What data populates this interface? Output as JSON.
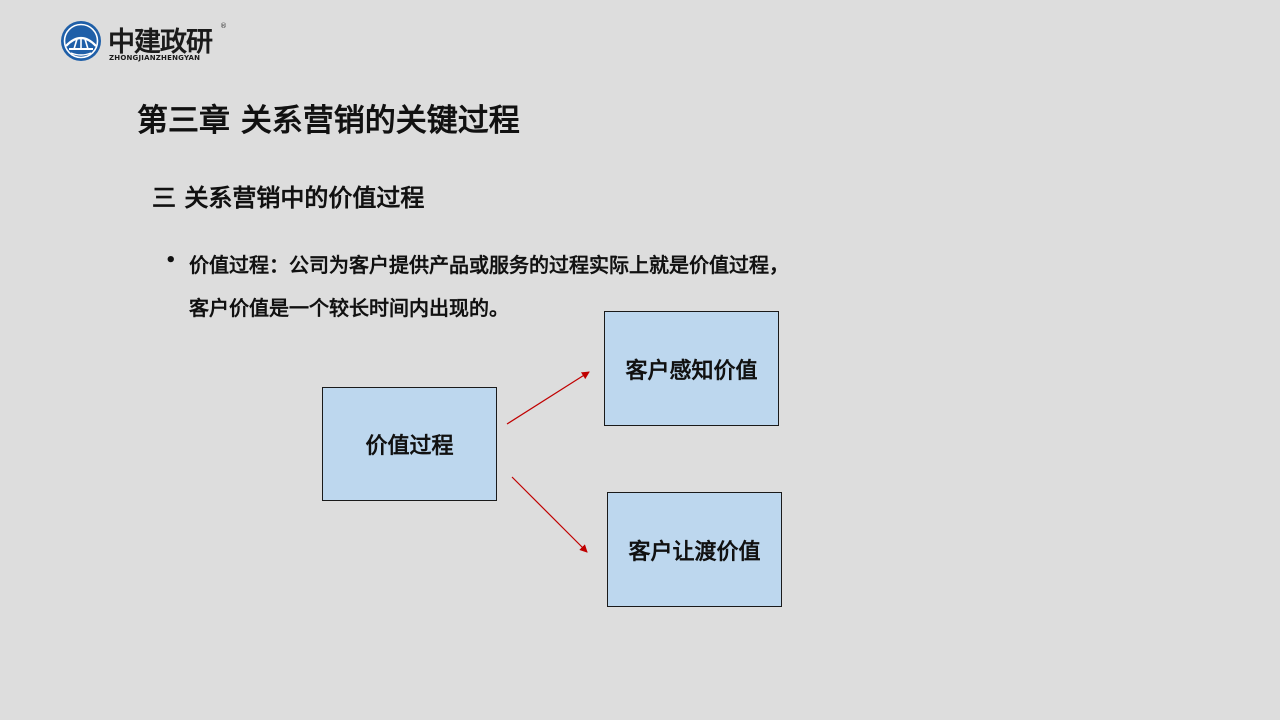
{
  "logo": {
    "name_cn": "中建政研",
    "name_en": "ZHONGJIANZHENGYAN",
    "registered_mark": "®",
    "icon": "globe-bridge-icon",
    "colors": {
      "mark": "#1f5fa8",
      "text": "#1b1b1b"
    }
  },
  "chapter_title": "第三章 关系营销的关键过程",
  "section_title": "三 关系营销中的价值过程",
  "bullet": {
    "marker": "•",
    "line1": "价值过程：公司为客户提供产品或服务的过程实际上就是价值过程，",
    "line2": "客户价值是一个较长时间内出现的。"
  },
  "diagram": {
    "source": "价值过程",
    "target_top": "客户感知价值",
    "target_bottom": "客户让渡价值",
    "box_color": "#bdd7ee",
    "arrow_color": "#c00000"
  }
}
